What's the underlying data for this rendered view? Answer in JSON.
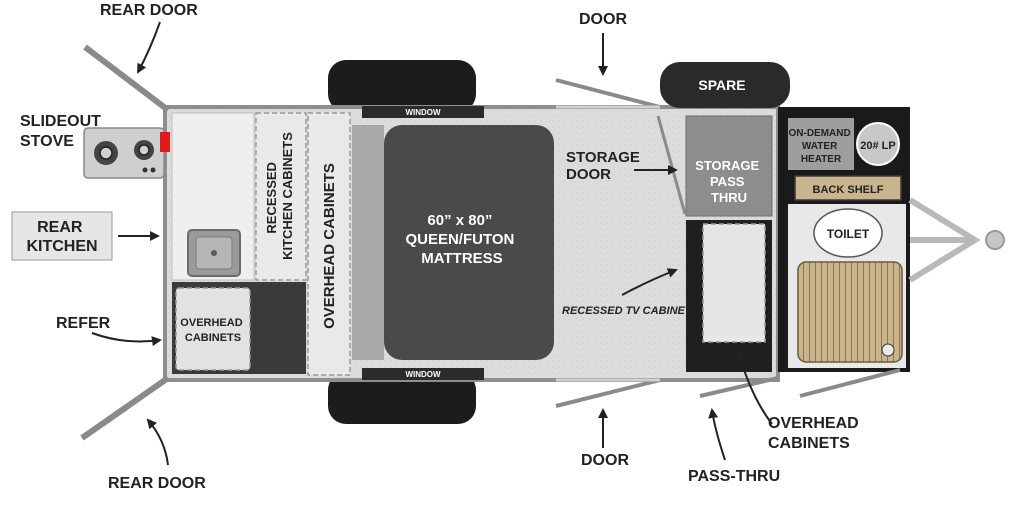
{
  "labels": {
    "rear_door_top": "REAR DOOR",
    "rear_door_bottom": "REAR DOOR",
    "slideout_stove_line1": "SLIDEOUT",
    "slideout_stove_line2": "STOVE",
    "rear_kitchen_line1": "REAR",
    "rear_kitchen_line2": "KITCHEN",
    "refer": "REFER",
    "overhead_cabinets_small_line1": "OVERHEAD",
    "overhead_cabinets_small_line2": "CABINETS",
    "recessed_kitchen_line1": "RECESSED",
    "recessed_kitchen_line2": "KITCHEN CABINETS",
    "overhead_cabinets_vertical": "OVERHEAD CABINETS",
    "window_top": "WINDOW",
    "window_bottom": "WINDOW",
    "mattress_line1": "60” x 80”",
    "mattress_line2": "QUEEN/FUTON",
    "mattress_line3": "MATTRESS",
    "door_top": "DOOR",
    "door_bottom": "DOOR",
    "storage_door_line1": "STORAGE",
    "storage_door_line2": "DOOR",
    "recessed_tv_cabinet": "RECESSED TV CABINET",
    "storage_pass_thru_line1": "STORAGE",
    "storage_pass_thru_line2": "PASS",
    "storage_pass_thru_line3": "THRU",
    "spare": "SPARE",
    "water_heater_line1": "ON-DEMAND",
    "water_heater_line2": "WATER",
    "water_heater_line3": "HEATER",
    "lp_tank": "20# LP",
    "back_shelf": "BACK SHELF",
    "toilet": "TOILET",
    "overhead_cabinets_right_line1": "OVERHEAD",
    "overhead_cabinets_right_line2": "CABINETS",
    "pass_thru": "PASS-THRU"
  },
  "colors": {
    "floor": "#d9d9d9",
    "mattress": "#4a4a4a",
    "cabinet": "#e6e6e6",
    "dark": "#2b2b2b",
    "wall": "#bdbdbd",
    "bath_floor": "#8a7a5e",
    "wood": "#c9b48d",
    "stove_red": "#e01b1b"
  }
}
